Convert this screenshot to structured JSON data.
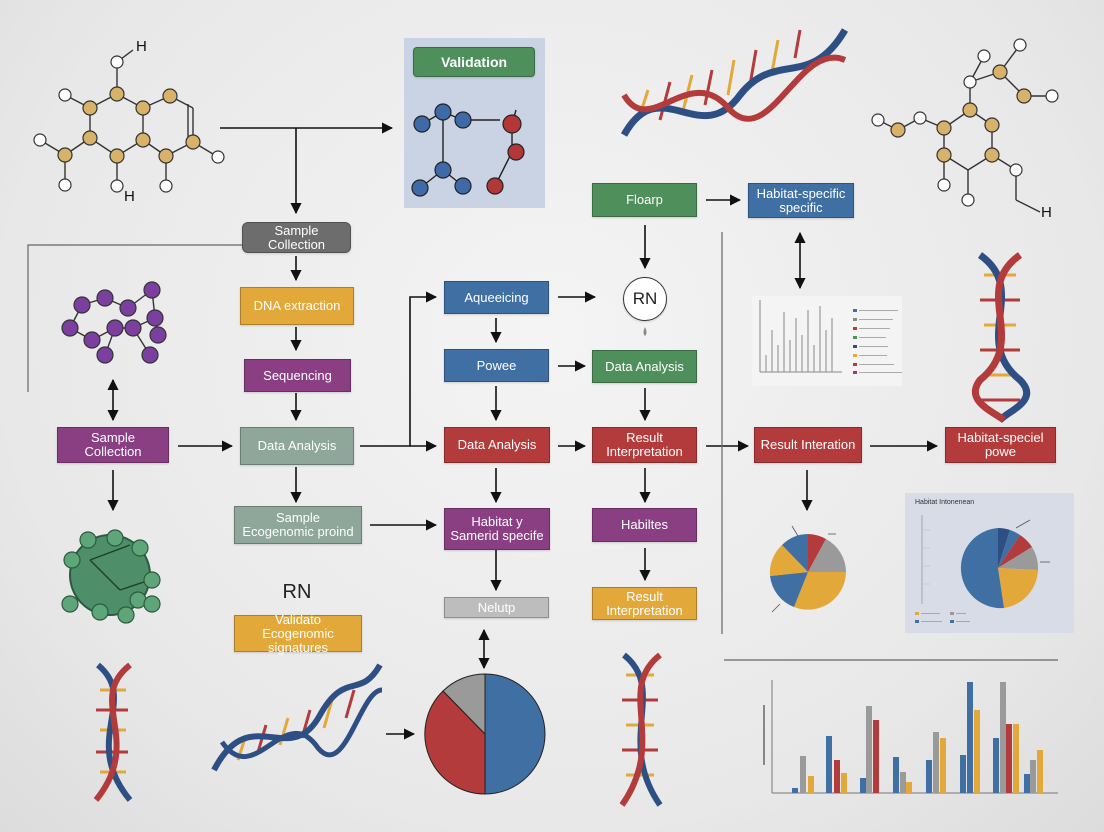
{
  "title_box": "Validation",
  "boxes": {
    "sample_collection_top": "Sample Collection",
    "dna_extraction": "DNA extraction",
    "sequencing": "Sequencing",
    "sample_collection_left": "Sample Collection",
    "data_analysis_1": "Data Analysis",
    "sample_ecogenomic": "Sample Ecogenomic proind",
    "rn_text": "RN",
    "validate_ecogenomic": "Validato Ecogenomic signatures",
    "aqueeicing": "Aqueeicing",
    "powee": "Powee",
    "data_analysis_2": "Data Analysis",
    "habitat_samerid": "Habitat y Samerid specife",
    "nelutp": "Nelutp",
    "floarp": "Floarp",
    "rn_circle": "RN",
    "data_analysis_3": "Data Analysis",
    "result_interpretation_1": "Result Interpretation",
    "habiltes": "Habiltes",
    "result_interpretation_2": "Result Interpretation",
    "habitat_specific_top": "Habitat-specific specific",
    "result_interation": "Result Interation",
    "habitat_speciel": "Habitat-speciel powe"
  },
  "atom_labels": {
    "h1": "H",
    "h2": "H",
    "h3": "H"
  },
  "right_pie_title": "Habitat Intonenean",
  "colors": {
    "green": "#4e8f5c",
    "yellow": "#e3a83a",
    "purple": "#8a3f83",
    "red": "#b33b3b",
    "blue": "#3f6fa3",
    "grey": "#6d6d6d"
  },
  "icons": [
    "molecule-icon",
    "dna-helix-icon",
    "protein-cluster-icon",
    "cell-icon",
    "pie-chart-icon",
    "bar-chart-icon"
  ]
}
